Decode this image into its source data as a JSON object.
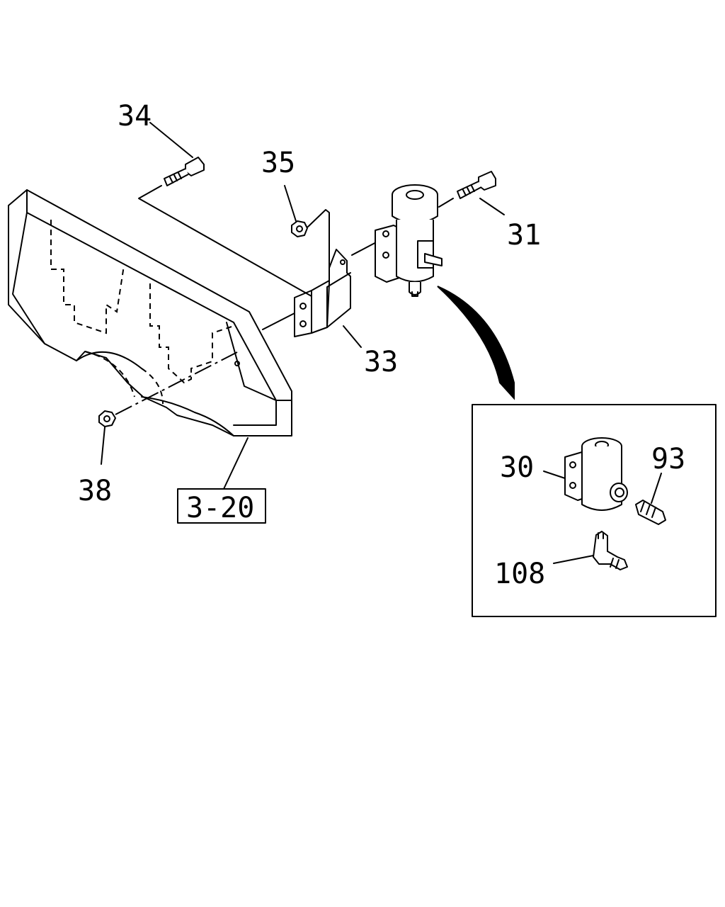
{
  "callouts": {
    "p34": "34",
    "p35": "35",
    "p31": "31",
    "p33": "33",
    "p38": "38",
    "p30": "30",
    "p93": "93",
    "p108": "108"
  },
  "reference_box": "3-20"
}
